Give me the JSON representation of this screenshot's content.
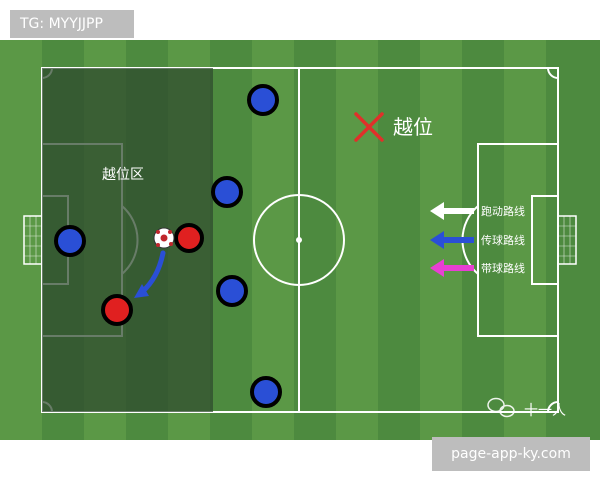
{
  "top_tag": {
    "text": "TG: MYYJJPP"
  },
  "diagram": {
    "offside_zone_label": "越位区",
    "offside_label": "越位",
    "legend": [
      {
        "label": "跑动路线",
        "color": "#ffffff"
      },
      {
        "label": "传球路线",
        "color": "#2a4fd6"
      },
      {
        "label": "带球路线",
        "color": "#e83fd3"
      }
    ],
    "colors": {
      "pitch_dark": "#4d8a3f",
      "pitch_light": "#5d9a48",
      "offside_overlay": "#2e4a2e",
      "team_blue": "#2a4fd6",
      "team_red": "#e02020",
      "x_mark": "#e0302a"
    },
    "watermark": "十一人"
  },
  "footer": {
    "text": "page-app-ky.com"
  }
}
